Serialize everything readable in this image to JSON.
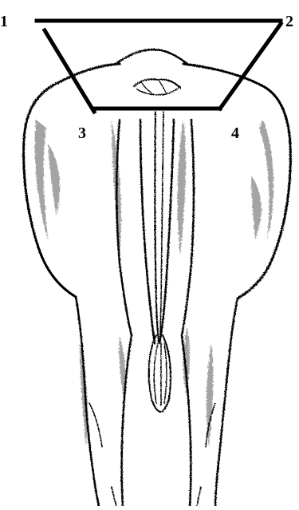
{
  "diagram": {
    "points": [
      {
        "id": "1",
        "label": "1"
      },
      {
        "id": "2",
        "label": "2"
      },
      {
        "id": "3",
        "label": "3"
      },
      {
        "id": "4",
        "label": "4"
      }
    ],
    "colors": {
      "ink": "#000000",
      "background": "#ffffff",
      "shade": "#5a5a5a"
    },
    "illustration": "cow-rear-view-sketch"
  }
}
